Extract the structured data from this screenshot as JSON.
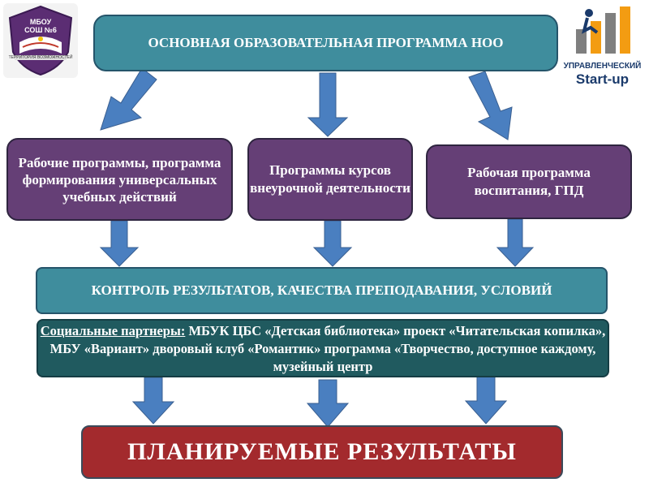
{
  "top_title": "ОСНОВНАЯ ОБРАЗОВАТЕЛЬНАЯ ПРОГРАММА НОО",
  "box_work_programs": "Рабочие программы, программа формирования универсальных учебных действий",
  "box_extracurricular": "Программы курсов внеурочной деятельности",
  "box_upbringing": "Рабочая программа воспитания,  ГПД",
  "control_bar": "КОНТРОЛЬ РЕЗУЛЬТАТОВ, КАЧЕСТВА ПРЕПОДАВАНИЯ, УСЛОВИЙ",
  "partners": {
    "label": "Социальные партнеры:",
    "text": " МБУК ЦБС «Детская библиотека» проект «Читательская копилка»,  МБУ «Вариант» дворовый клуб «Романтик» программа «Творчество, доступное каждому, музейный центр"
  },
  "results": "ПЛАНИРУЕМЫЕ  РЕЗУЛЬТАТЫ",
  "logo_left": {
    "line1": "МБОУ",
    "line2": "СОШ №6",
    "ribbon": "ТЕРРИТОРИЯ ВОЗМОЖНОСТЕЙ"
  },
  "logo_right": {
    "line1": "УПРАВЛЕНЧЕСКИЙ",
    "line2": "Start-up"
  },
  "colors": {
    "teal": "#3f8d9d",
    "purple": "#653f76",
    "dark_teal": "#205a5f",
    "red": "#a32a2d",
    "arrow": "#4f81bd"
  }
}
